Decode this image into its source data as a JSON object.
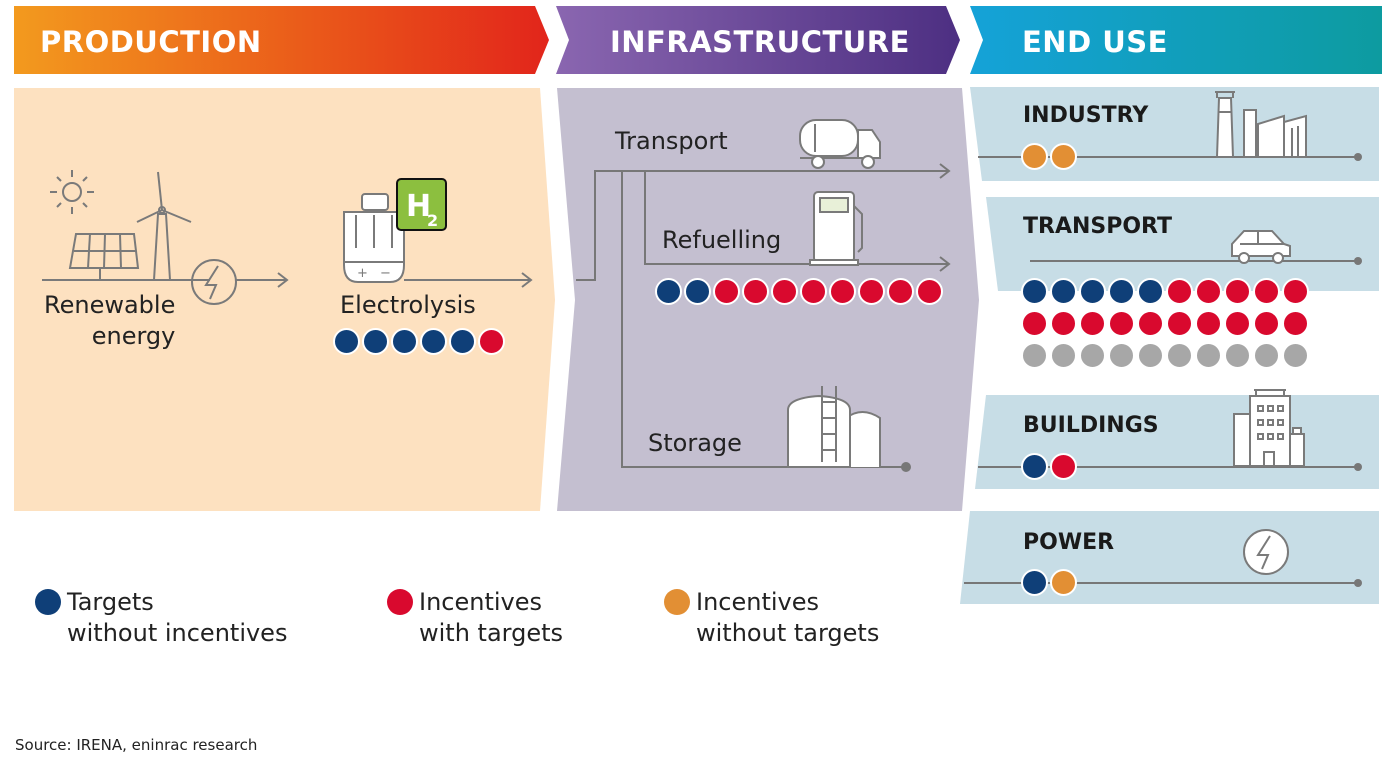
{
  "colors": {
    "targets_without_incentives": "#0f3f78",
    "incentives_with_targets": "#d9092e",
    "incentives_without_targets": "#e28f34",
    "unspecified": "#a7a7a7"
  },
  "headers": {
    "production": "PRODUCTION",
    "infrastructure": "INFRASTRUCTURE",
    "end_use": "END USE"
  },
  "production": {
    "renewable_label": "Renewable\nenergy",
    "electrolysis_label": "Electrolysis",
    "h2_badge": "H",
    "h2_sub": "2",
    "electrolysis_dots": [
      "targets_without_incentives",
      "targets_without_incentives",
      "targets_without_incentives",
      "targets_without_incentives",
      "targets_without_incentives",
      "incentives_with_targets"
    ]
  },
  "infrastructure": {
    "transport_label": "Transport",
    "refuelling_label": "Refuelling",
    "storage_label": "Storage",
    "refuelling_dots": [
      "targets_without_incentives",
      "targets_without_incentives",
      "incentives_with_targets",
      "incentives_with_targets",
      "incentives_with_targets",
      "incentives_with_targets",
      "incentives_with_targets",
      "incentives_with_targets",
      "incentives_with_targets",
      "incentives_with_targets"
    ]
  },
  "end_use": {
    "industry": {
      "label": "INDUSTRY",
      "dots": [
        "incentives_without_targets",
        "incentives_without_targets"
      ]
    },
    "transport": {
      "label": "TRANSPORT",
      "dots": [
        [
          "targets_without_incentives",
          "targets_without_incentives",
          "targets_without_incentives",
          "targets_without_incentives",
          "targets_without_incentives",
          "incentives_with_targets",
          "incentives_with_targets",
          "incentives_with_targets",
          "incentives_with_targets",
          "incentives_with_targets"
        ],
        [
          "incentives_with_targets",
          "incentives_with_targets",
          "incentives_with_targets",
          "incentives_with_targets",
          "incentives_with_targets",
          "incentives_with_targets",
          "incentives_with_targets",
          "incentives_with_targets",
          "incentives_with_targets",
          "incentives_with_targets"
        ],
        [
          "unspecified",
          "unspecified",
          "unspecified",
          "unspecified",
          "unspecified",
          "unspecified",
          "unspecified",
          "unspecified",
          "unspecified",
          "unspecified"
        ]
      ]
    },
    "buildings": {
      "label": "BUILDINGS",
      "dots": [
        "targets_without_incentives",
        "incentives_with_targets"
      ]
    },
    "power": {
      "label": "POWER",
      "dots": [
        "targets_without_incentives",
        "incentives_without_targets"
      ]
    }
  },
  "legend": [
    {
      "line1": "Targets",
      "line2": "without incentives",
      "color_key": "targets_without_incentives"
    },
    {
      "line1": "Incentives",
      "line2": "with targets",
      "color_key": "incentives_with_targets"
    },
    {
      "line1": "Incentives",
      "line2": "without targets",
      "color_key": "incentives_without_targets"
    }
  ],
  "source": "Source: IRENA, eninrac research",
  "icons": [
    "sun-icon",
    "solar-panel-icon",
    "wind-turbine-icon",
    "lightning-icon",
    "electrolyser-icon",
    "h2-badge-icon",
    "tanker-truck-icon",
    "fuel-pump-icon",
    "storage-tank-icon",
    "factory-icon",
    "car-icon",
    "office-building-icon",
    "power-lightning-icon"
  ]
}
